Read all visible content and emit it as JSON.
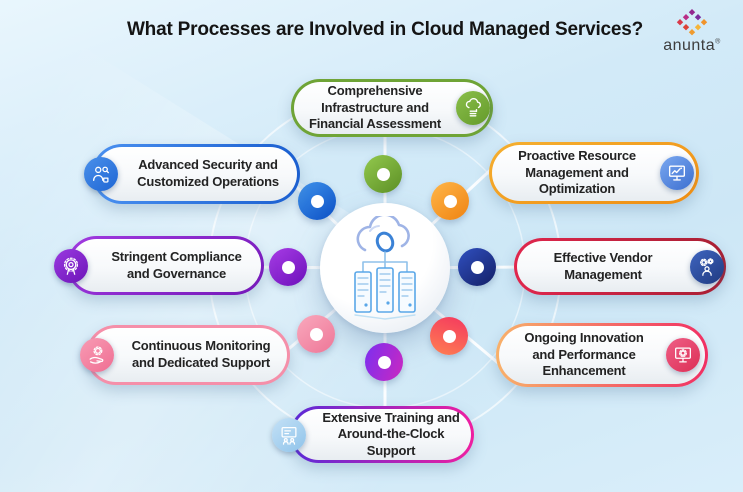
{
  "title": "What Processes are Involved in Cloud Managed Services?",
  "brand": {
    "name": "anunta",
    "registered": "®",
    "logo_icon": "anunta-knot-icon",
    "logo_colors": [
      "#93278f",
      "#cf2f6e",
      "#d93a4a",
      "#f0932a",
      "#f5b53a"
    ]
  },
  "center": {
    "illustration": "cloud-servers-illustration",
    "hub_color": "#ffffff"
  },
  "nodes": [
    {
      "id": "comprehensive",
      "label": "Comprehensive Infrastructure and Financial Assessment",
      "icon": "cloud-finance-icon",
      "icon_side": "right",
      "border_colors": [
        "#6fa436",
        "#6fa436"
      ],
      "icon_bg": "#74a63a",
      "donut_colors": [
        "#93c94e",
        "#5c8f25"
      ]
    },
    {
      "id": "proactive",
      "label": "Proactive Resource Management and Optimization",
      "icon": "resource-monitor-icon",
      "icon_side": "right",
      "border_colors": [
        "#f5b031",
        "#ef8d12"
      ],
      "icon_bg": "#4a7fd4",
      "donut_colors": [
        "#ffb648",
        "#ef8312"
      ]
    },
    {
      "id": "vendor",
      "label": "Effective Vendor Management",
      "icon": "vendor-gears-icon",
      "icon_side": "right",
      "border_colors": [
        "#e0264d",
        "#a81f33"
      ],
      "icon_bg": "#2b4da0",
      "donut_colors": [
        "#3050c0",
        "#141f66"
      ]
    },
    {
      "id": "innovation",
      "label": "Ongoing Innovation and Performance Enhancement",
      "icon": "innovation-monitor-icon",
      "icon_side": "right",
      "border_colors": [
        "#f8b16a",
        "#f12f63"
      ],
      "icon_bg": "#e43f62",
      "donut_colors": [
        "#f4385f",
        "#ff8052"
      ]
    },
    {
      "id": "training",
      "label": "Extensive Training and Around-the-Clock Support",
      "icon": "training-screen-icon",
      "icon_side": "left",
      "border_colors": [
        "#5a2bd8",
        "#ef1fa0"
      ],
      "icon_bg": "#a9d4f0",
      "donut_colors": [
        "#7b2ff0",
        "#cb28c0"
      ]
    },
    {
      "id": "monitoring",
      "label": "Continuous Monitoring and Dedicated Support",
      "icon": "support-hand-icon",
      "icon_side": "left",
      "border_colors": [
        "#f58fa9",
        "#f58fa9"
      ],
      "icon_bg": "#f27e9e",
      "donut_colors": [
        "#f9a9bd",
        "#ee7697"
      ]
    },
    {
      "id": "compliance",
      "label": "Stringent Compliance and Governance",
      "icon": "compliance-seal-icon",
      "icon_side": "left",
      "border_colors": [
        "#a13ae0",
        "#7418b8"
      ],
      "icon_bg": "#8426cf",
      "donut_colors": [
        "#a83ce6",
        "#6c10ba"
      ]
    },
    {
      "id": "security",
      "label": "Advanced Security and Customized Operations",
      "icon": "security-person-icon",
      "icon_side": "left",
      "border_colors": [
        "#4a90f0",
        "#1b5fd0"
      ],
      "icon_bg": "#2e7ae2",
      "donut_colors": [
        "#3f93ec",
        "#0c4fc4"
      ]
    }
  ]
}
